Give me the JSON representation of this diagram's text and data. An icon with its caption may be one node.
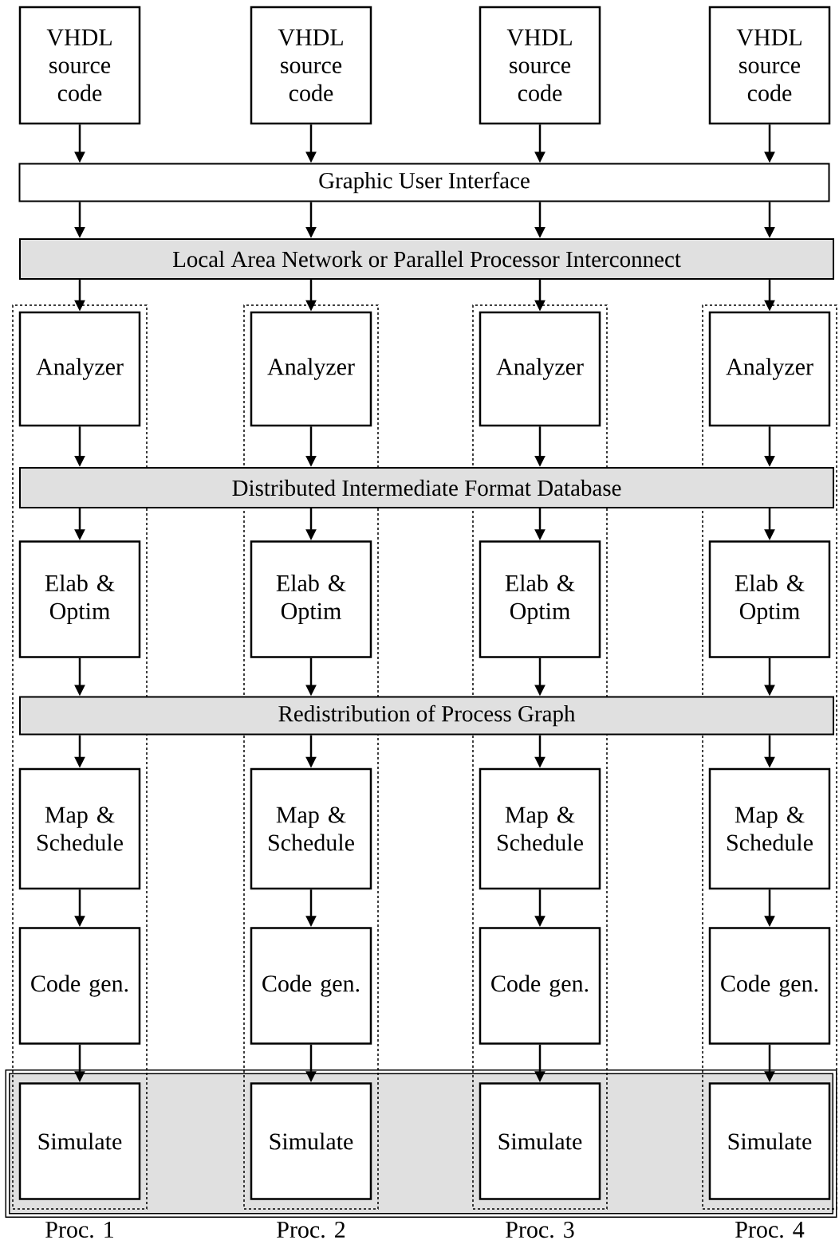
{
  "diagram": {
    "nodes": [
      {
        "text": [
          "VHDL source code"
        ]
      },
      {
        "text": [
          "VHDL source code"
        ]
      },
      {
        "text": [
          "VHDL source code"
        ]
      },
      {
        "text": [
          "VHDL source code"
        ]
      },
      {
        "text": [
          "Graphic User Interface"
        ]
      },
      {
        "text": [
          "Local Area Network or Parallel Processor Interconnect"
        ]
      },
      {
        "text": [
          "Proc. 1"
        ]
      },
      {
        "text": [
          "Proc. 2"
        ]
      },
      {
        "text": [
          "Proc. 3"
        ]
      },
      {
        "text": [
          "Proc. 4"
        ]
      },
      {
        "text": [
          "Analyzer"
        ],
        "in": 6
      },
      {
        "text": [
          "Analyzer"
        ],
        "in": 7
      },
      {
        "text": [
          "Analyzer"
        ],
        "in": 8
      },
      {
        "text": [
          "Analyzer"
        ],
        "in": 9
      },
      {
        "text": [
          "Distributed Intermediate Format Database"
        ]
      },
      {
        "text": [
          "Elab & Optim"
        ],
        "in": 6
      },
      {
        "text": [
          "Elab & Optim"
        ],
        "in": 7
      },
      {
        "text": [
          "Elab & Optim"
        ],
        "in": 8
      },
      {
        "text": [
          "Elab & Optim"
        ],
        "in": 9
      },
      {
        "text": [
          "Redistribution of Process Graph"
        ]
      },
      {
        "text": [
          "Map & Schedule"
        ],
        "in": 6
      },
      {
        "text": [
          "Map & Schedule"
        ],
        "in": 7
      },
      {
        "text": [
          "Map & Schedule"
        ],
        "in": 8
      },
      {
        "text": [
          "Map & Schedule"
        ],
        "in": 9
      },
      {
        "text": [
          "Code gen."
        ],
        "in": 6
      },
      {
        "text": [
          "Code gen."
        ],
        "in": 7
      },
      {
        "text": [
          "Code gen."
        ],
        "in": 8
      },
      {
        "text": [
          "Code gen."
        ],
        "in": 9
      },
      {
        "text": [],
        "shape": "box"
      },
      {
        "text": [
          "Simulate"
        ]
      },
      {
        "text": [
          "Simulate"
        ]
      },
      {
        "text": [
          "Simulate"
        ]
      },
      {
        "text": [
          "Simulate"
        ]
      }
    ],
    "edges": [
      {
        "from": 0,
        "to": 4,
        "arrow": "to"
      },
      {
        "from": 1,
        "to": 4,
        "arrow": "to"
      },
      {
        "from": 2,
        "to": 4,
        "arrow": "to"
      },
      {
        "from": 3,
        "to": 4,
        "arrow": "to"
      },
      {
        "from": 4,
        "to": 5,
        "arrow": "to"
      },
      {
        "from": 4,
        "to": 5,
        "arrow": "to"
      },
      {
        "from": 4,
        "to": 5,
        "arrow": "to"
      },
      {
        "from": 4,
        "to": 5,
        "arrow": "to"
      },
      {
        "from": 5,
        "to": 10,
        "arrow": "to"
      },
      {
        "from": 5,
        "to": 11,
        "arrow": "to"
      },
      {
        "from": 5,
        "to": 12,
        "arrow": "to"
      },
      {
        "from": 5,
        "to": 13,
        "arrow": "to"
      },
      {
        "from": 10,
        "to": 14,
        "arrow": "to"
      },
      {
        "from": 11,
        "to": 14,
        "arrow": "to"
      },
      {
        "from": 12,
        "to": 14,
        "arrow": "to"
      },
      {
        "from": 13,
        "to": 14,
        "arrow": "to"
      },
      {
        "from": 14,
        "to": 15,
        "arrow": "to"
      },
      {
        "from": 14,
        "to": 16,
        "arrow": "to"
      },
      {
        "from": 14,
        "to": 17,
        "arrow": "to"
      },
      {
        "from": 14,
        "to": 18,
        "arrow": "to"
      },
      {
        "from": 15,
        "to": 19,
        "arrow": "to"
      },
      {
        "from": 16,
        "to": 19,
        "arrow": "to"
      },
      {
        "from": 17,
        "to": 19,
        "arrow": "to"
      },
      {
        "from": 18,
        "to": 19,
        "arrow": "to"
      },
      {
        "from": 19,
        "to": 20,
        "arrow": "to"
      },
      {
        "from": 19,
        "to": 21,
        "arrow": "to"
      },
      {
        "from": 19,
        "to": 22,
        "arrow": "to"
      },
      {
        "from": 19,
        "to": 23,
        "arrow": "to"
      },
      {
        "from": 20,
        "to": 24,
        "arrow": "to"
      },
      {
        "from": 21,
        "to": 25,
        "arrow": "to"
      },
      {
        "from": 22,
        "to": 26,
        "arrow": "to"
      },
      {
        "from": 23,
        "to": 27,
        "arrow": "to"
      },
      {
        "from": 24,
        "to": 29,
        "arrow": "to"
      },
      {
        "from": 25,
        "to": 30,
        "arrow": "to"
      },
      {
        "from": 26,
        "to": 31,
        "arrow": "to"
      },
      {
        "from": 27,
        "to": 32,
        "arrow": "to"
      }
    ]
  }
}
